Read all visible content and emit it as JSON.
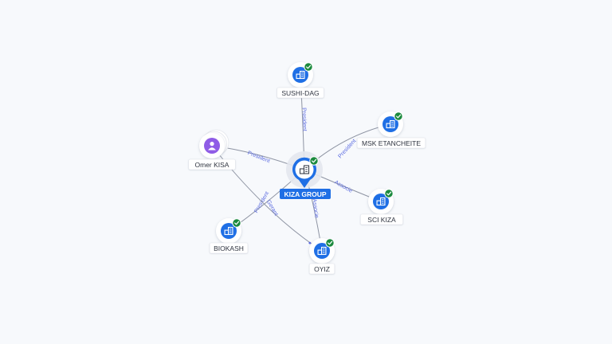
{
  "colors": {
    "company_blue": "#1f6fe5",
    "person_purple": "#8f5ce6",
    "check_green": "#1b8a3e",
    "edge_gray": "#8e94a3",
    "edge_label": "#5b6be0"
  },
  "nodes": [
    {
      "id": "kiza",
      "label": "KIZA GROUP",
      "type": "company-center",
      "icon": "building-icon",
      "verified": true
    },
    {
      "id": "sushi",
      "label": "SUSHI-DAG",
      "type": "company",
      "icon": "building-icon",
      "verified": true
    },
    {
      "id": "msk",
      "label": "MSK ETANCHEITE",
      "type": "company",
      "icon": "building-icon",
      "verified": true
    },
    {
      "id": "sci",
      "label": "SCI KIZA",
      "type": "company",
      "icon": "building-icon",
      "verified": true
    },
    {
      "id": "oyiz",
      "label": "OYIZ",
      "type": "company",
      "icon": "building-icon",
      "verified": true
    },
    {
      "id": "biokash",
      "label": "BIOKASH",
      "type": "company",
      "icon": "building-icon",
      "verified": true
    },
    {
      "id": "omer",
      "label": "Omer KISA",
      "type": "person",
      "icon": "person-icon",
      "verified": false
    }
  ],
  "edges": [
    {
      "from": "kiza",
      "to": "sushi",
      "label": "President"
    },
    {
      "from": "kiza",
      "to": "msk",
      "label": "President"
    },
    {
      "from": "kiza",
      "to": "sci",
      "label": "Associe"
    },
    {
      "from": "kiza",
      "to": "oyiz",
      "label": "Associe"
    },
    {
      "from": "kiza",
      "to": "biokash",
      "label": "President"
    },
    {
      "from": "omer",
      "to": "kiza",
      "label": "President"
    },
    {
      "from": "omer",
      "to": "oyiz",
      "label": "Gerant"
    }
  ]
}
